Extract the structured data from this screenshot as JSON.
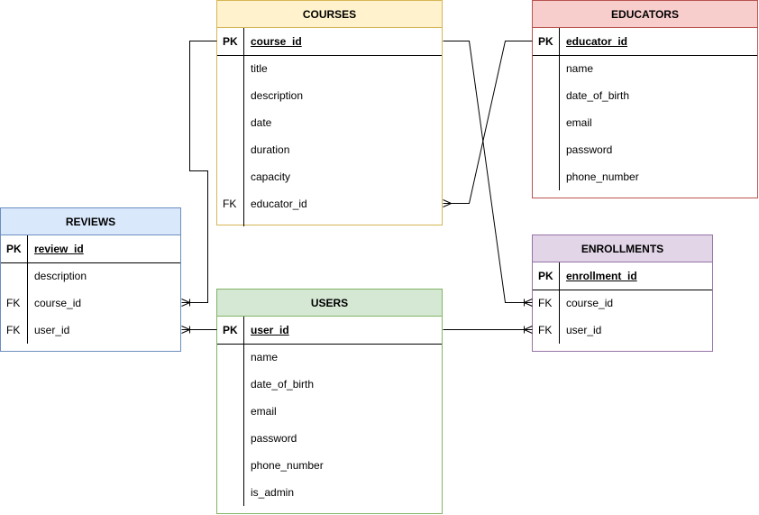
{
  "colors": {
    "courses": {
      "fill": "#fff2cc",
      "stroke": "#d6b656"
    },
    "educators": {
      "fill": "#f8cecc",
      "stroke": "#b85450"
    },
    "reviews": {
      "fill": "#dae8fc",
      "stroke": "#6c8ebf"
    },
    "users": {
      "fill": "#d5e8d4",
      "stroke": "#82b366"
    },
    "enrollments": {
      "fill": "#e1d5e7",
      "stroke": "#9673a6"
    }
  },
  "entities": {
    "courses": {
      "title": "COURSES",
      "rows": [
        {
          "key": "PK",
          "name": "course_id"
        },
        {
          "key": "",
          "name": "title"
        },
        {
          "key": "",
          "name": "description"
        },
        {
          "key": "",
          "name": "date"
        },
        {
          "key": "",
          "name": "duration"
        },
        {
          "key": "",
          "name": "capacity"
        },
        {
          "key": "FK",
          "name": "educator_id"
        }
      ]
    },
    "educators": {
      "title": "EDUCATORS",
      "rows": [
        {
          "key": "PK",
          "name": "educator_id"
        },
        {
          "key": "",
          "name": "name"
        },
        {
          "key": "",
          "name": "date_of_birth"
        },
        {
          "key": "",
          "name": "email"
        },
        {
          "key": "",
          "name": "password"
        },
        {
          "key": "",
          "name": "phone_number"
        }
      ]
    },
    "reviews": {
      "title": "REVIEWS",
      "rows": [
        {
          "key": "PK",
          "name": "review_id"
        },
        {
          "key": "",
          "name": "description"
        },
        {
          "key": "FK",
          "name": "course_id"
        },
        {
          "key": "FK",
          "name": "user_id"
        }
      ]
    },
    "users": {
      "title": "USERS",
      "rows": [
        {
          "key": "PK",
          "name": "user_id"
        },
        {
          "key": "",
          "name": "name"
        },
        {
          "key": "",
          "name": "date_of_birth"
        },
        {
          "key": "",
          "name": "email"
        },
        {
          "key": "",
          "name": "password"
        },
        {
          "key": "",
          "name": "phone_number"
        },
        {
          "key": "",
          "name": "is_admin"
        }
      ]
    },
    "enrollments": {
      "title": "ENROLLMENTS",
      "rows": [
        {
          "key": "PK",
          "name": "enrollment_id"
        },
        {
          "key": "FK",
          "name": "course_id"
        },
        {
          "key": "FK",
          "name": "user_id"
        }
      ]
    }
  },
  "relationships": [
    {
      "from": "courses.course_id",
      "to": "reviews.course_id",
      "cardinality": "one-to-many"
    },
    {
      "from": "courses.course_id",
      "to": "enrollments.course_id",
      "cardinality": "one-to-many"
    },
    {
      "from": "educators.educator_id",
      "to": "courses.educator_id",
      "cardinality": "one-to-many"
    },
    {
      "from": "users.user_id",
      "to": "reviews.user_id",
      "cardinality": "one-to-many"
    },
    {
      "from": "users.user_id",
      "to": "enrollments.user_id",
      "cardinality": "one-to-many"
    }
  ]
}
